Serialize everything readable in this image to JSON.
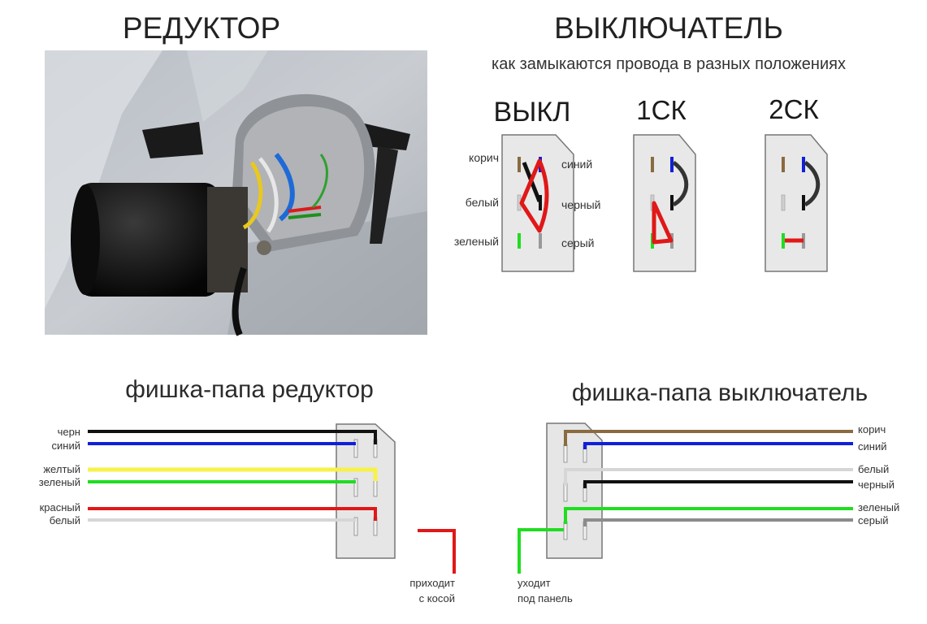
{
  "titles": {
    "reducer": "РЕДУКТОР",
    "switch": "ВЫКЛЮЧАТЕЛЬ",
    "switch_subtitle": "как замыкаются провода в разных положениях",
    "plug_reducer": "фишка-папа редуктор",
    "plug_switch": "фишка-папа выключатель"
  },
  "positions": [
    "ВЫКЛ",
    "1СК",
    "2СК"
  ],
  "switch_labels": {
    "left": [
      "корич",
      "белый",
      "зеленый"
    ],
    "right": [
      "синий",
      "черный",
      "серый"
    ]
  },
  "reducer_wires": [
    "черн",
    "синий",
    "желтый",
    "зеленый",
    "красный",
    "белый"
  ],
  "switch_wires": [
    "корич",
    "синий",
    "белый",
    "черный",
    "зеленый",
    "серый"
  ],
  "notes": {
    "comes_with_harness": [
      "приходит",
      "с косой"
    ],
    "goes_under_panel": [
      "уходит",
      "под панель"
    ]
  },
  "colors": {
    "brown": "#8a6a3e",
    "blue": "#1020d8",
    "black": "#111111",
    "red": "#e01818",
    "green": "#20dd20",
    "yellow": "#f6f24a",
    "white_wire": "#d6d6d6",
    "grey": "#8c8c8c",
    "connector_body": "#e6e6e6"
  }
}
